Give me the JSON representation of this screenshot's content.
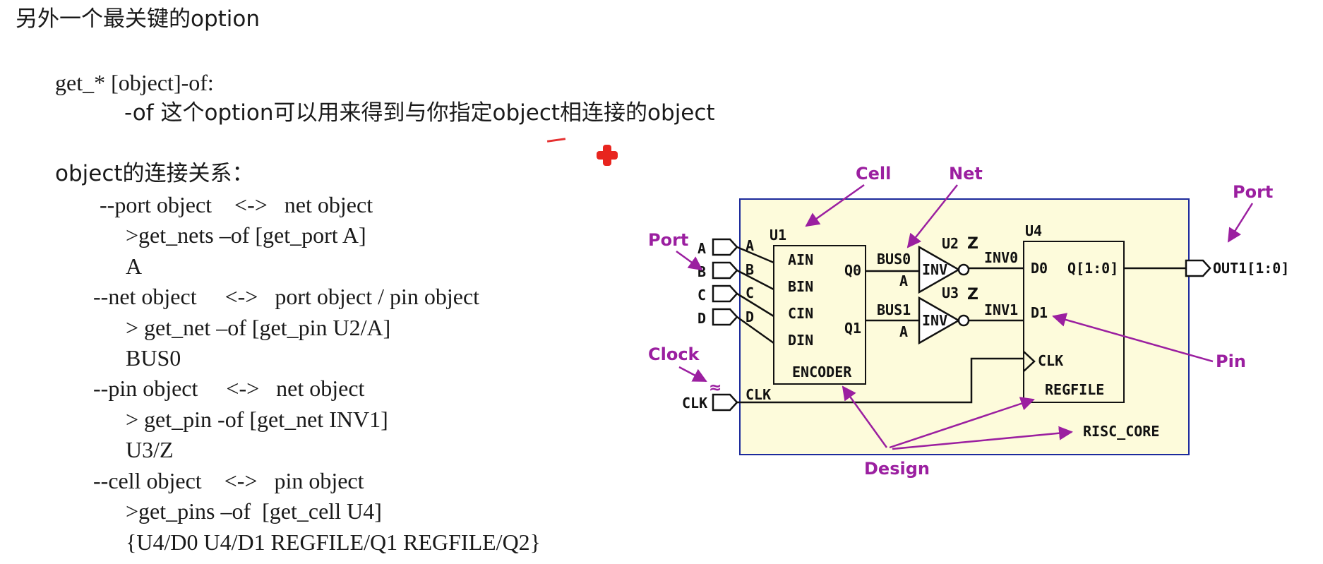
{
  "slide": {
    "title": "另外一个最关键的option",
    "syntax": "get_* [object]-of:",
    "syntax_desc": "-of 这个option可以用来得到与你指定object相连接的object",
    "section_heading": "object的连接关系：",
    "relations": [
      {
        "label": "--port object    <->   net object",
        "command": ">get_nets –of [get_port A]",
        "result": "A"
      },
      {
        "label": "--net object     <->   port object / pin object",
        "command": "> get_net –of [get_pin U2/A]",
        "result": "BUS0"
      },
      {
        "label": "--pin object     <->   net object",
        "command": "> get_pin -of [get_net INV1]",
        "result": "U3/Z"
      },
      {
        "label": "--cell object    <->   pin object",
        "command": ">get_pins –of  [get_cell U4]",
        "result": "{U4/D0 U4/D1 REGFILE/Q1 REGFILE/Q2}"
      }
    ]
  },
  "diagram": {
    "colors": {
      "label": "#9b1fa0",
      "box_fill": "#fdfbdb",
      "box_border": "#1c2a9c",
      "wire": "#111111"
    },
    "callouts": {
      "cell": "Cell",
      "net": "Net",
      "port_left": "Port",
      "port_right": "Port",
      "clock": "Clock",
      "pin": "Pin",
      "design": "Design"
    },
    "inputs": [
      "A",
      "B",
      "C",
      "D"
    ],
    "input_nets": [
      "A",
      "B",
      "C",
      "D"
    ],
    "clk_port": "CLK",
    "clk_net": "CLK",
    "clock_symbol": "≈",
    "encoder": {
      "instance": "U1",
      "name": "ENCODER",
      "inputs": [
        "AIN",
        "BIN",
        "CIN",
        "DIN"
      ],
      "outputs": [
        "Q0",
        "Q1"
      ]
    },
    "inverters": [
      {
        "instance": "U2",
        "label": "INV",
        "in_pin": "A",
        "out_pin": "Z",
        "in_net": "BUS0",
        "out_net": "INV0"
      },
      {
        "instance": "U3",
        "label": "INV",
        "in_pin": "A",
        "out_pin": "Z",
        "in_net": "BUS1",
        "out_net": "INV1"
      }
    ],
    "regfile": {
      "instance": "U4",
      "name": "REGFILE",
      "pins": [
        "D0",
        "D1",
        "CLK"
      ],
      "output": "Q[1:0]"
    },
    "out_port": "OUT1[1:0]",
    "design_name": "RISC_CORE"
  }
}
